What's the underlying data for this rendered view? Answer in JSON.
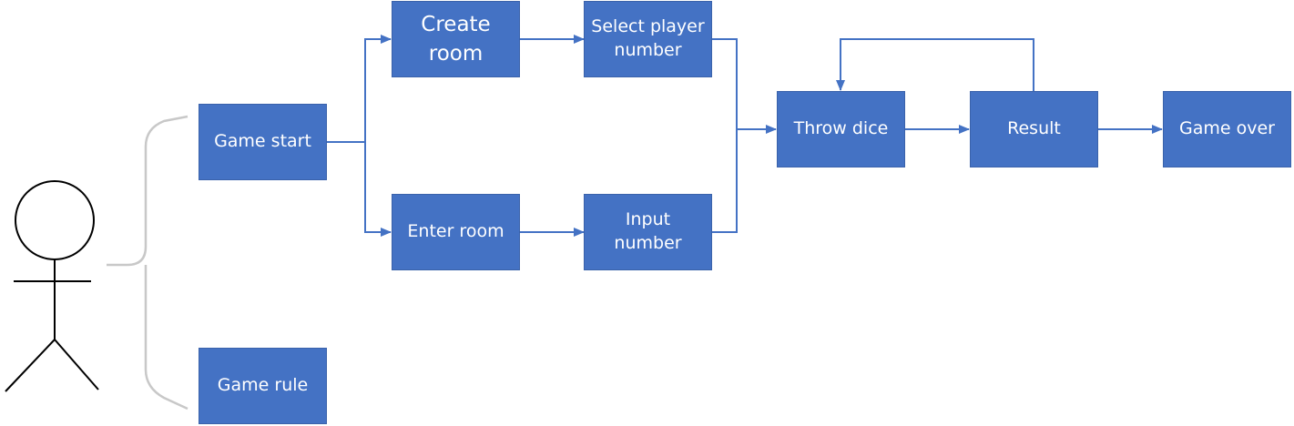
{
  "diagram": {
    "nodes": {
      "game_start": "Game start",
      "game_rule": "Game rule",
      "create_room": "Create\nroom",
      "enter_room": "Enter room",
      "select_player_number": "Select player\nnumber",
      "input_number": "Input\nnumber",
      "throw_dice": "Throw dice",
      "result": "Result",
      "game_over": "Game over"
    },
    "colors": {
      "node_fill": "#4472C4",
      "node_text": "#FFFFFF",
      "connector": "#4472C4",
      "brace": "#C8C8C8",
      "actor": "#000000"
    }
  }
}
